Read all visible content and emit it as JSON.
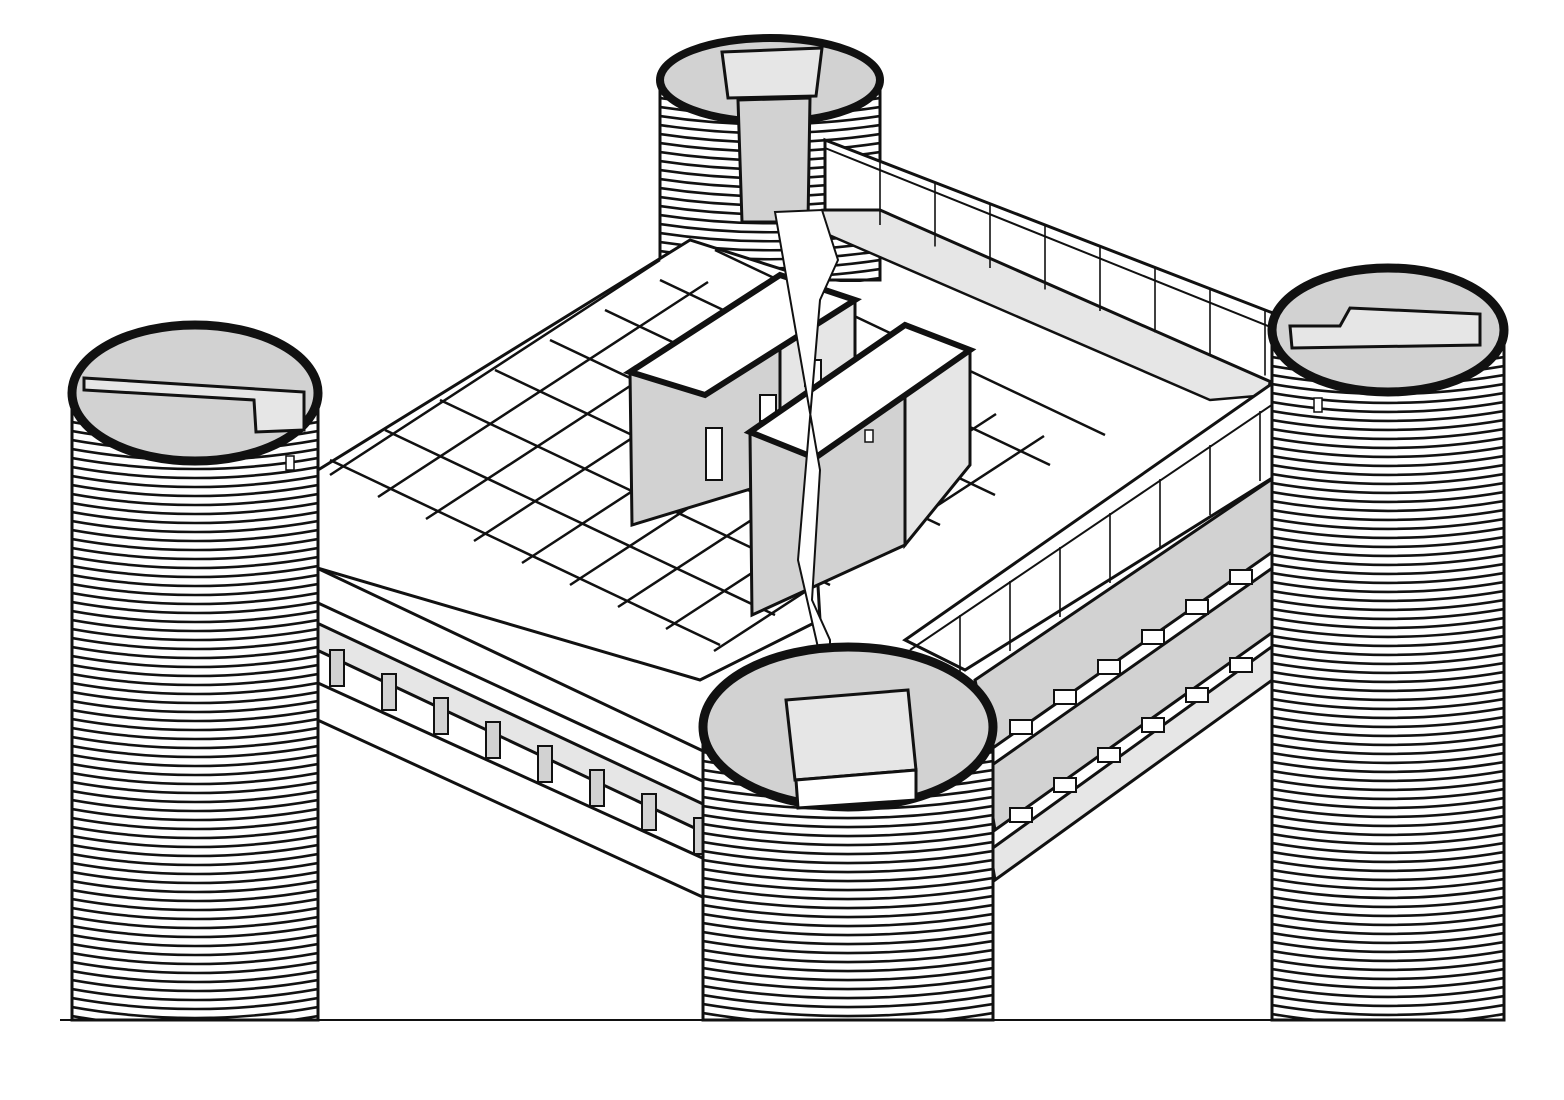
{
  "drawing": {
    "kind": "axonometric",
    "colors": {
      "ink": "#111111",
      "paper": "#ffffff",
      "tone": "#d2d2d2",
      "tone_light": "#e6e6e6",
      "tone_dark": "#b8b8b8"
    },
    "towers": [
      {
        "id": "front-left",
        "label": ""
      },
      {
        "id": "back",
        "label": ""
      },
      {
        "id": "right",
        "label": ""
      },
      {
        "id": "front-center",
        "label": ""
      }
    ]
  }
}
